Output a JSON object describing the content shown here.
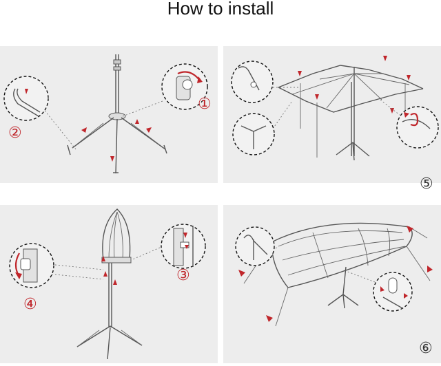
{
  "header": {
    "title": "How to install"
  },
  "steps": [
    {
      "label": "①"
    },
    {
      "label": "②"
    },
    {
      "label": "③"
    },
    {
      "label": "④"
    },
    {
      "label": "⑤"
    },
    {
      "label": "⑥"
    }
  ],
  "colors": {
    "accent": "#c0262b",
    "panel": "#ededed"
  }
}
